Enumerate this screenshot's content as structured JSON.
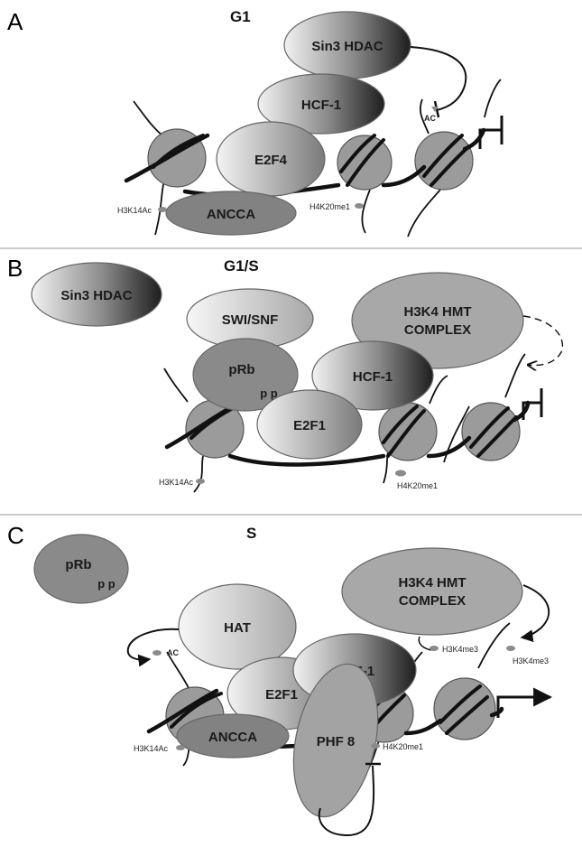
{
  "panels": [
    {
      "letter": "A",
      "phase": "G1",
      "complexes": {
        "sin3_hdac": "Sin3 HDAC",
        "hcf1": "HCF-1",
        "e2f": "E2F4",
        "ancca": "ANCCA"
      },
      "marks": {
        "h3k14ac": "H3K14Ac",
        "h4k20me1": "H4K20me1",
        "ac": "AC"
      }
    },
    {
      "letter": "B",
      "phase": "G1/S",
      "complexes": {
        "sin3_hdac": "Sin3 HDAC",
        "swi_snf": "SWI/SNF",
        "h3k4_hmt_line1": "H3K4 HMT",
        "h3k4_hmt_line2": "COMPLEX",
        "prb": "pRb",
        "prb_p": "p p",
        "hcf1": "HCF-1",
        "e2f": "E2F1"
      },
      "marks": {
        "h3k14ac": "H3K14Ac",
        "h4k20me1": "H4K20me1"
      }
    },
    {
      "letter": "C",
      "phase": "S",
      "complexes": {
        "prb": "pRb",
        "prb_p": "p p",
        "h3k4_hmt_line1": "H3K4 HMT",
        "h3k4_hmt_line2": "COMPLEX",
        "hat": "HAT",
        "hcf1": "HCF-1",
        "e2f": "E2F1",
        "phf8": "PHF 8",
        "ancca": "ANCCA"
      },
      "marks": {
        "ac": "AC",
        "h3k4me3_a": "H3K4me3",
        "h3k4me3_b": "H3K4me3",
        "h3k14ac": "H3K14Ac",
        "h4k20me1": "H4K20me1"
      }
    }
  ]
}
